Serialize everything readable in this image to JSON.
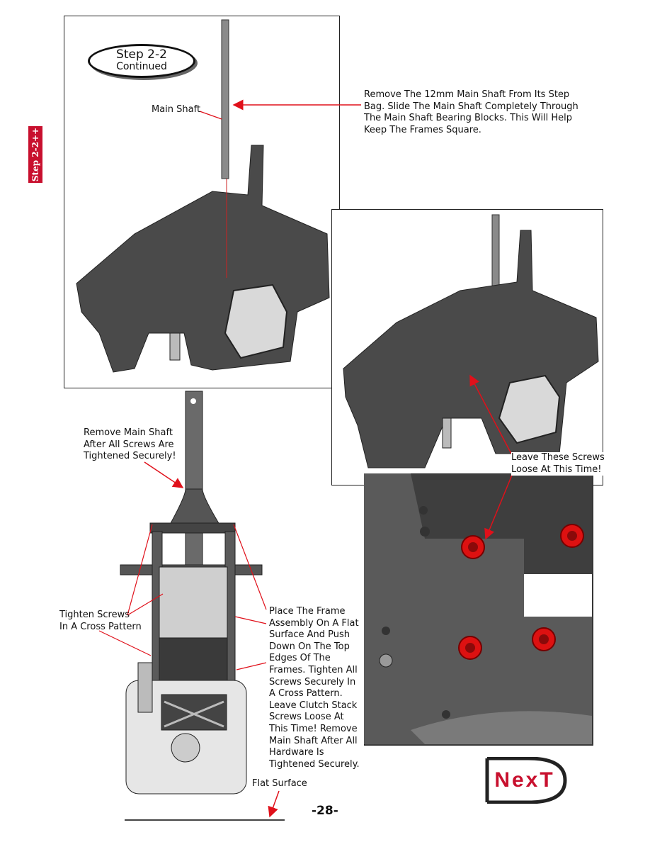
{
  "side_tab": {
    "label": "Step 2-2++"
  },
  "step_badge": {
    "title": "Step 2-2",
    "subtitle": "Continued"
  },
  "labels": {
    "main_shaft": "Main Shaft",
    "remove_instruction": [
      "Remove The 12mm Main Shaft From Its Step",
      "Bag. Slide The Main Shaft Completely Through",
      "The Main Shaft Bearing Blocks. This Will Help",
      "Keep The Frames Square."
    ],
    "remove_after": [
      "Remove Main Shaft",
      "After All Screws Are",
      "Tightened Securely!"
    ],
    "leave_loose": [
      "Leave These Screws",
      "Loose At This Time!"
    ],
    "tighten_cross": [
      "Tighten Screws",
      "In A Cross Pattern"
    ],
    "place_frame": [
      "Place The Frame",
      "Assembly On A Flat",
      "Surface And Push",
      "Down On The Top",
      "Edges Of The",
      "Frames. Tighten All",
      "Screws Securely In",
      "A Cross Pattern.",
      "Leave Clutch Stack",
      "Screws Loose At",
      "This Time! Remove",
      "Main Shaft After All",
      "Hardware Is",
      "Tightened Securely."
    ],
    "flat_surface": "Flat Surface"
  },
  "page_number": "-28-",
  "logo": {
    "text": "NexT",
    "letter": "D"
  },
  "colors": {
    "accent_red": "#c8102e",
    "frame_gray": "#4a4a4a",
    "arrow_red": "#e0101a"
  }
}
